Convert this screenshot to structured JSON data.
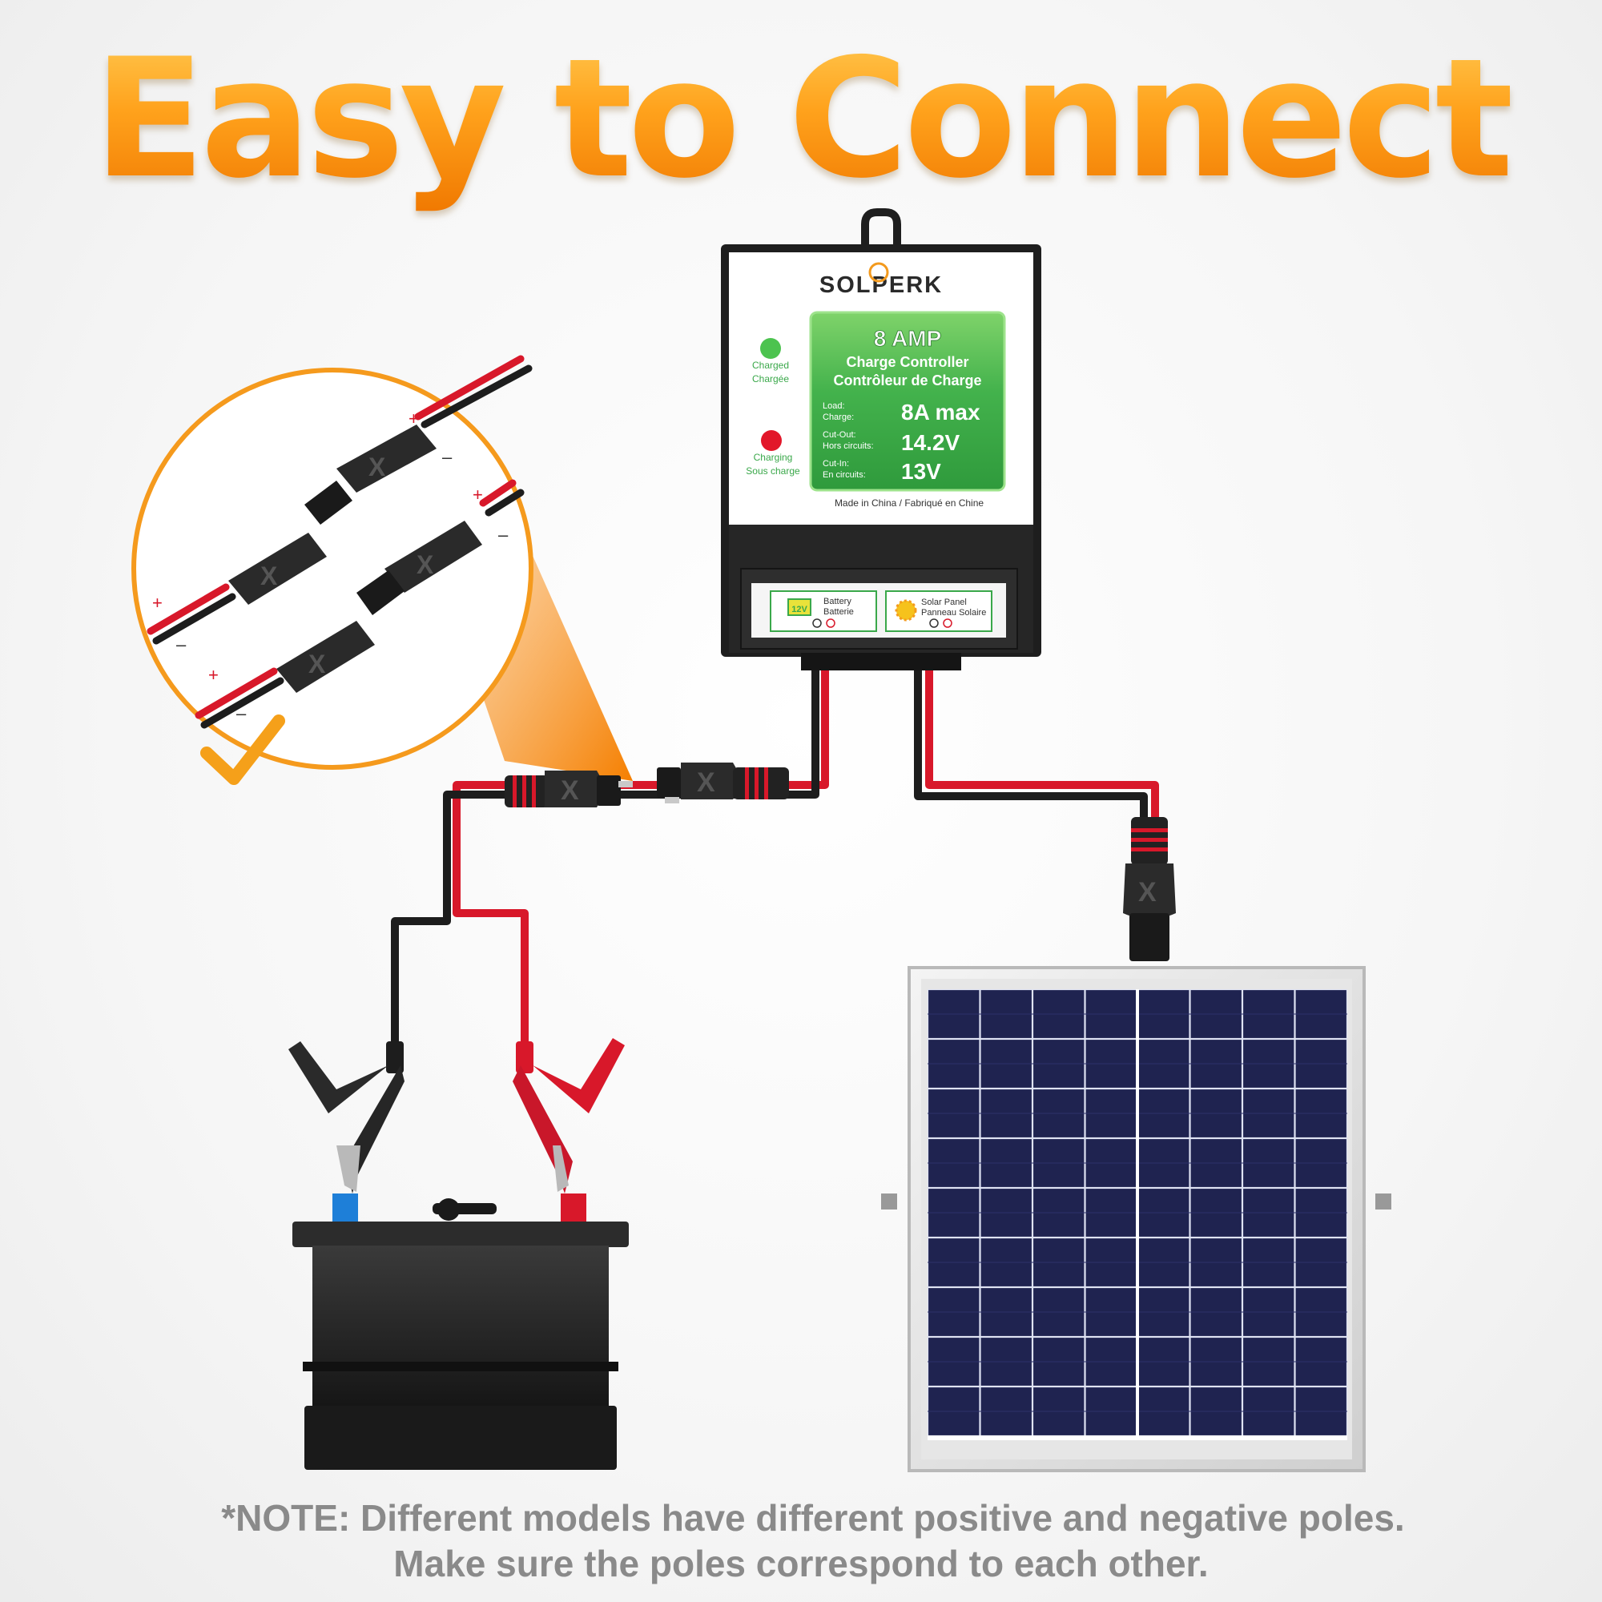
{
  "headline": "Easy to Connect",
  "note": {
    "line1": "*NOTE: Different models have different positive and negative poles.",
    "line2": "Make sure the poles correspond to each other."
  },
  "controller": {
    "brand": "SOLPERK",
    "rating": "8 AMP",
    "title_en": "Charge Controller",
    "title_fr": "Contrôleur de Charge",
    "load_label_1": "Load:",
    "load_label_2": "Charge:",
    "load_value": "8A max",
    "cutout_label_1": "Cut-Out:",
    "cutout_label_2": "Hors circuits:",
    "cutout_value": "14.2V",
    "cutin_label_1": "Cut-In:",
    "cutin_label_2": "En circuits:",
    "cutin_value": "13V",
    "made_in": "Made in China / Fabriqué en Chine",
    "led_charged_1": "Charged",
    "led_charged_2": "Chargée",
    "led_charging_1": "Charging",
    "led_charging_2": "Sous charge",
    "port_battery_1": "Battery",
    "port_battery_2": "Batterie",
    "port_battery_icon": "12V",
    "port_solar_1": "Solar Panel",
    "port_solar_2": "Panneau Solaire"
  },
  "zoom": {
    "plus": "+",
    "minus": "–"
  },
  "colors": {
    "accent_orange": "#f7961e",
    "wire_red": "#d8182a",
    "wire_black": "#1d1d1d",
    "label_green": "#3aa84a",
    "panel_blue": "#1c1f4a"
  },
  "icons": {
    "check": "checkmark-icon",
    "sun": "sun-icon"
  }
}
